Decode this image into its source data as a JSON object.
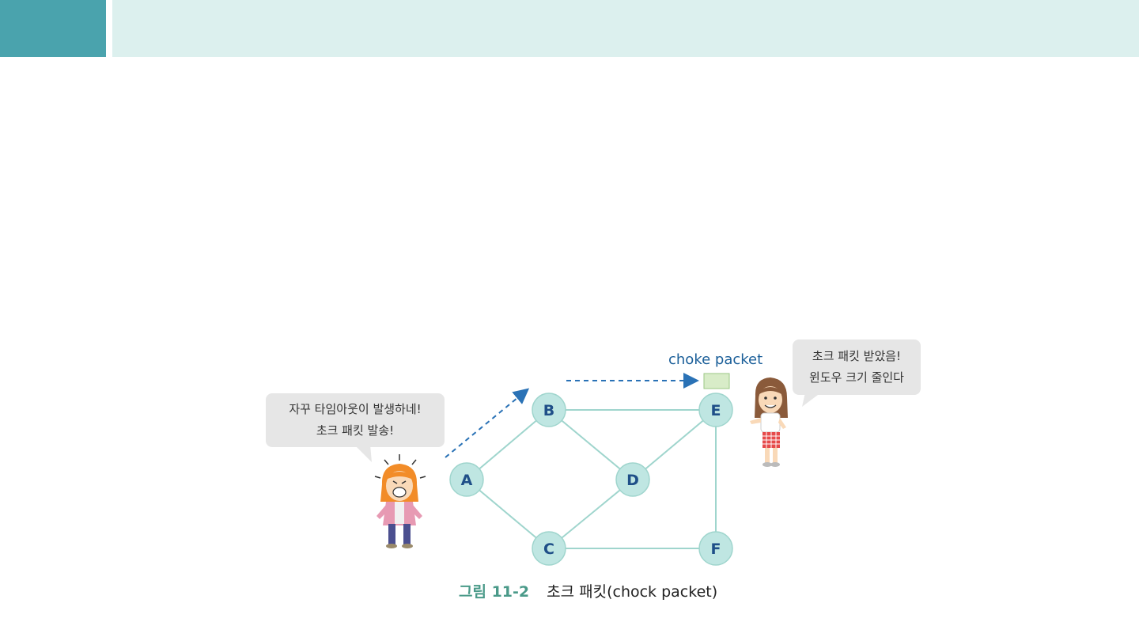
{
  "colors": {
    "top_block": "#4aa3ad",
    "top_bar": "#dcf0ee",
    "node_fill": "#bfe6e2",
    "node_stroke": "#9fd5cd",
    "node_text": "#1f4f88",
    "edge": "#9fd5cd",
    "arrow": "#2a72b6",
    "packet_fill": "#d8ecc8",
    "packet_stroke": "#9bc784",
    "caption_number": "#4a9a89"
  },
  "nodes": [
    {
      "id": "A",
      "label": "A"
    },
    {
      "id": "B",
      "label": "B"
    },
    {
      "id": "C",
      "label": "C"
    },
    {
      "id": "D",
      "label": "D"
    },
    {
      "id": "E",
      "label": "E"
    },
    {
      "id": "F",
      "label": "F"
    }
  ],
  "edges": [
    [
      "A",
      "B"
    ],
    [
      "A",
      "C"
    ],
    [
      "B",
      "D"
    ],
    [
      "B",
      "E"
    ],
    [
      "C",
      "D"
    ],
    [
      "C",
      "F"
    ],
    [
      "D",
      "E"
    ],
    [
      "E",
      "F"
    ]
  ],
  "choke_label": "choke packet",
  "bubble_left": {
    "line1": "자꾸 타임아웃이 발생하네!",
    "line2": "초크 패킷 발송!"
  },
  "bubble_right": {
    "line1": "초크 패킷 받았음!",
    "line2": "윈도우 크기 줄인다"
  },
  "caption": {
    "number": "그림 11-2",
    "text": "초크 패킷(chock packet)"
  }
}
